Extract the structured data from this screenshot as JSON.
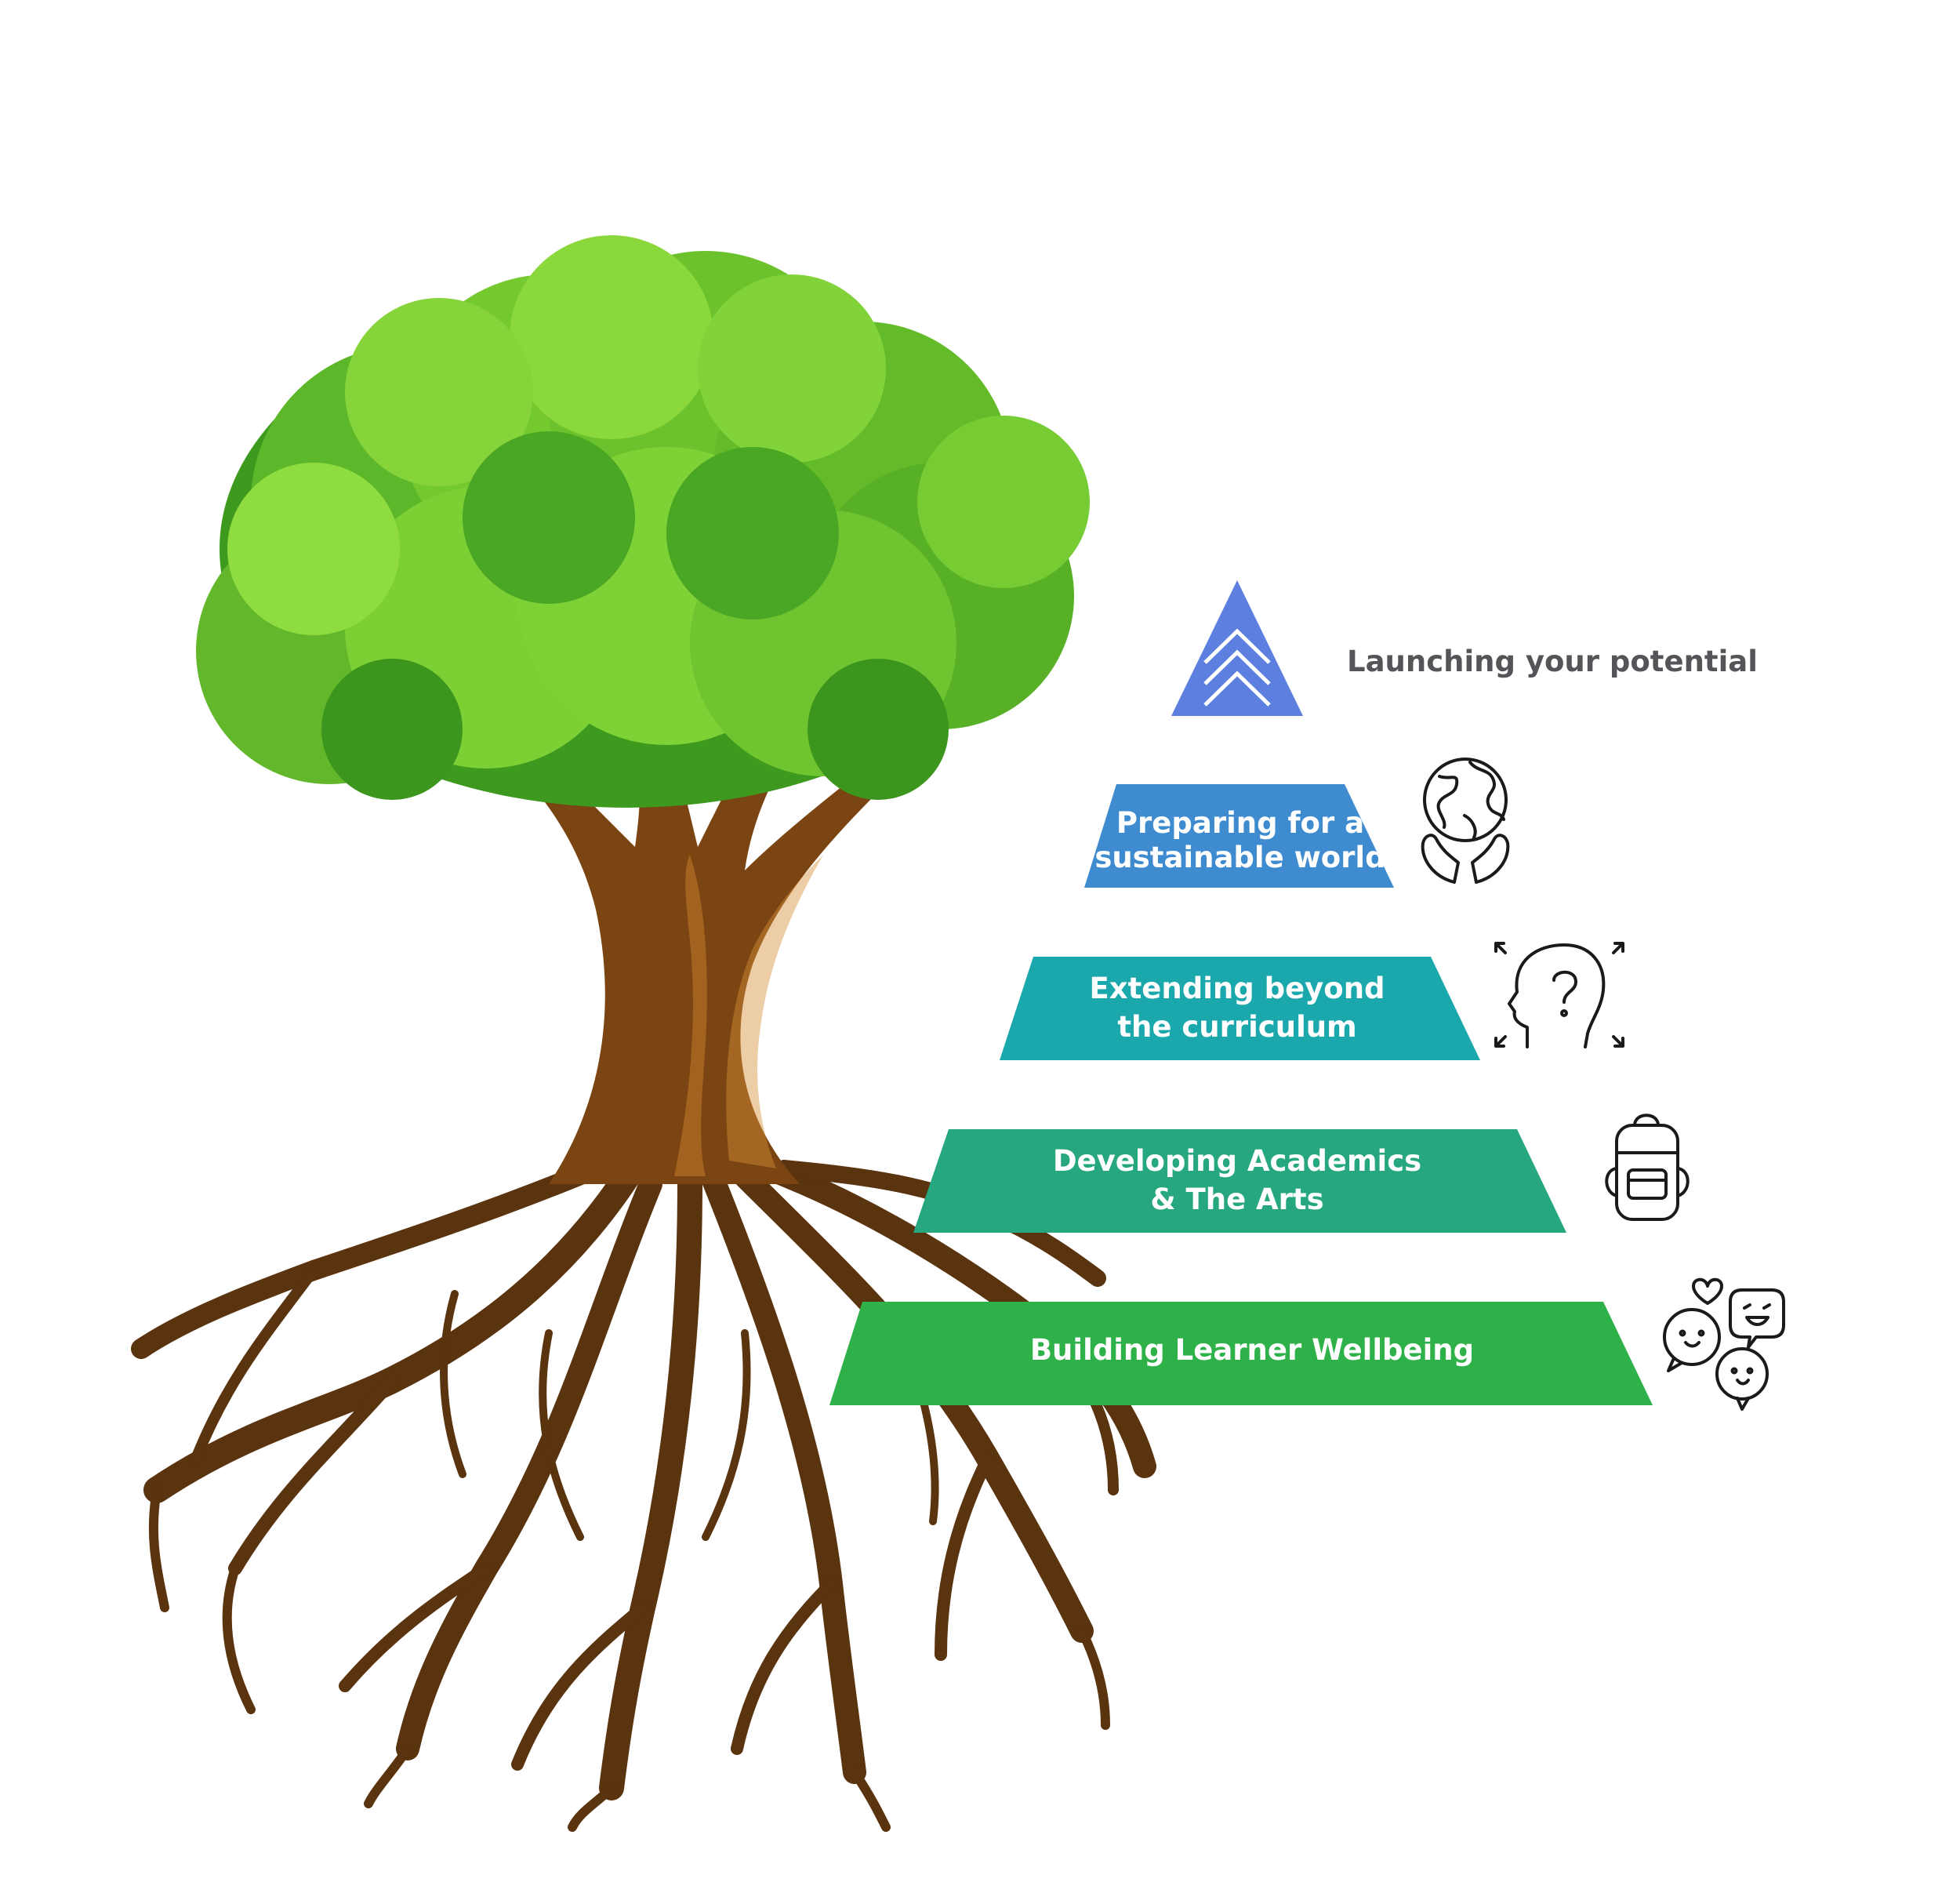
{
  "diagram": {
    "top_label": "Launching your potential",
    "tiers": [
      {
        "line1": "Preparing for a",
        "line2": "sustainable world",
        "color": "#3f8bcf",
        "icon": "globe-in-hands-icon"
      },
      {
        "line1": "Extending beyond",
        "line2": "the curriculum",
        "color": "#1aa8ad",
        "icon": "head-question-icon"
      },
      {
        "line1": "Developing Academics",
        "line2": "& The Arts",
        "color": "#27a77f",
        "icon": "backpack-icon"
      },
      {
        "line1": "Building Learner Wellbeing",
        "line2": "",
        "color": "#2fb14a",
        "icon": "chat-bubbles-icon"
      }
    ],
    "apex_color": "#5c7fe0",
    "apex_icon": "double-chevron-up-icon",
    "tree_icon": "tree-with-roots-icon"
  }
}
